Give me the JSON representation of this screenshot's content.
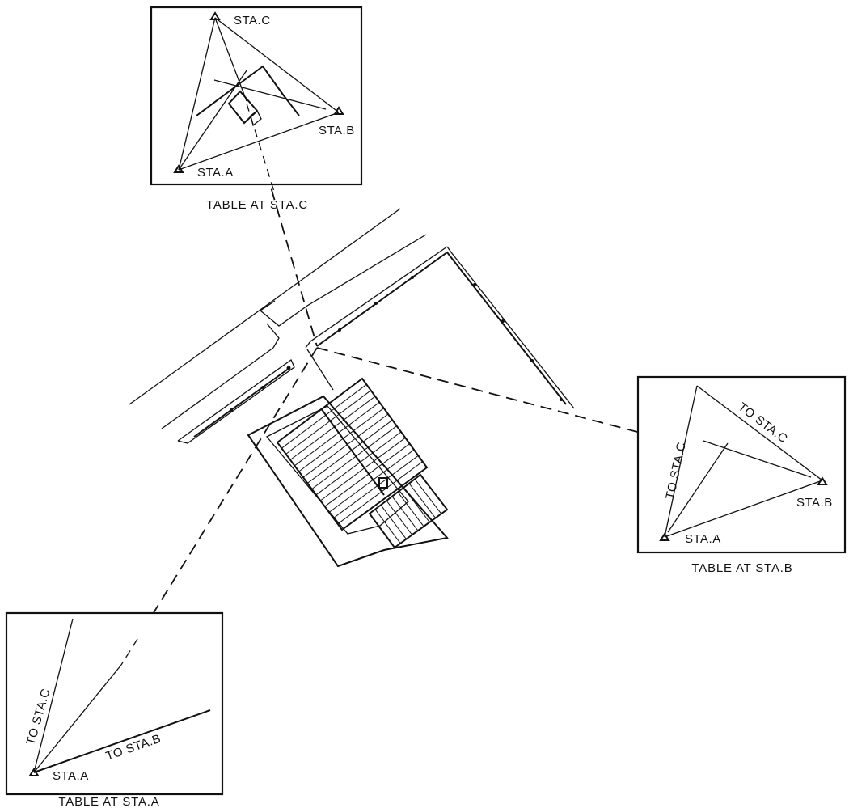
{
  "title": "Plane table triangulation diagram",
  "table_c": {
    "caption": "TABLE AT STA.C",
    "sta_c": "STA.C",
    "sta_b": "STA.B",
    "sta_a": "STA.A"
  },
  "table_b": {
    "caption": "TABLE AT STA.B",
    "to_sta_c_left": "TO STA.C",
    "to_sta_c_top": "TO STA.C",
    "sta_b": "STA.B",
    "sta_a": "STA.A"
  },
  "table_a": {
    "caption": "TABLE AT STA.A",
    "to_sta_c": "TO STA.C",
    "to_sta_b": "TO STA.B",
    "sta_a": "STA.A"
  },
  "colors": {
    "ink": "#111111",
    "paper": "#ffffff"
  }
}
